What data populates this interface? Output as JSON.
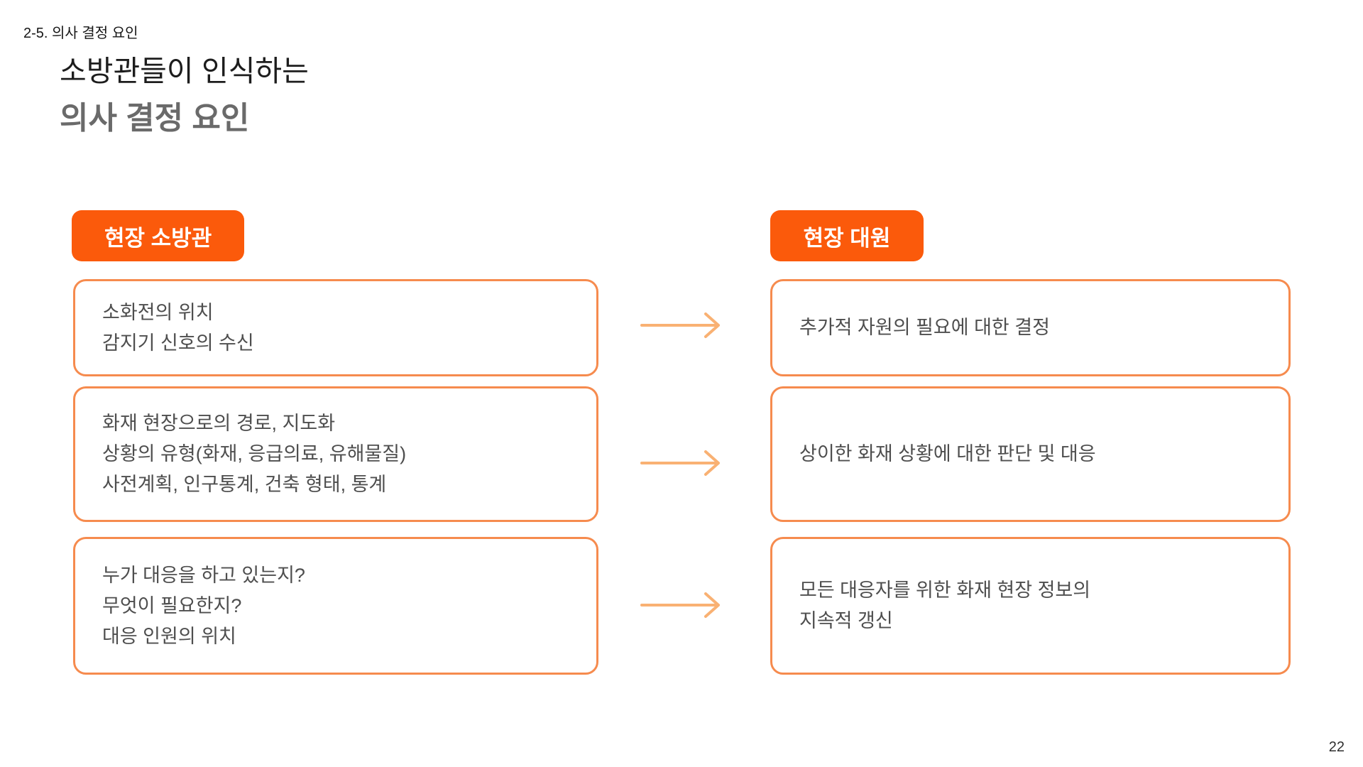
{
  "header": {
    "section_label": "2-5. 의사 결정 요인",
    "title_line1": "소방관들이 인식하는",
    "title_line2": "의사 결정 요인"
  },
  "colors": {
    "badge_orange": "#FB5A0B",
    "box_border_orange": "#F68B4E",
    "arrow_orange": "#F9B173",
    "body_text": "#4E4E4E",
    "title_gray": "#6A6A6A"
  },
  "left_column": {
    "badge_label": "현장 소방관",
    "boxes": [
      {
        "lines": [
          "소화전의 위치",
          "감지기 신호의 수신"
        ]
      },
      {
        "lines": [
          "화재 현장으로의 경로, 지도화",
          "상황의 유형(화재, 응급의료, 유해물질)",
          "사전계획, 인구통계, 건축 형태, 통계"
        ]
      },
      {
        "lines": [
          "누가 대응을 하고 있는지?",
          "무엇이 필요한지?",
          "대응 인원의 위치"
        ]
      }
    ]
  },
  "right_column": {
    "badge_label": "현장 대원",
    "boxes": [
      {
        "lines": [
          "추가적 자원의 필요에 대한 결정"
        ]
      },
      {
        "lines": [
          "상이한 화재 상황에 대한 판단 및 대응"
        ]
      },
      {
        "lines": [
          "모든 대응자를 위한 화재 현장 정보의",
          "지속적 갱신"
        ]
      }
    ]
  },
  "footer": {
    "page_number": "22"
  }
}
